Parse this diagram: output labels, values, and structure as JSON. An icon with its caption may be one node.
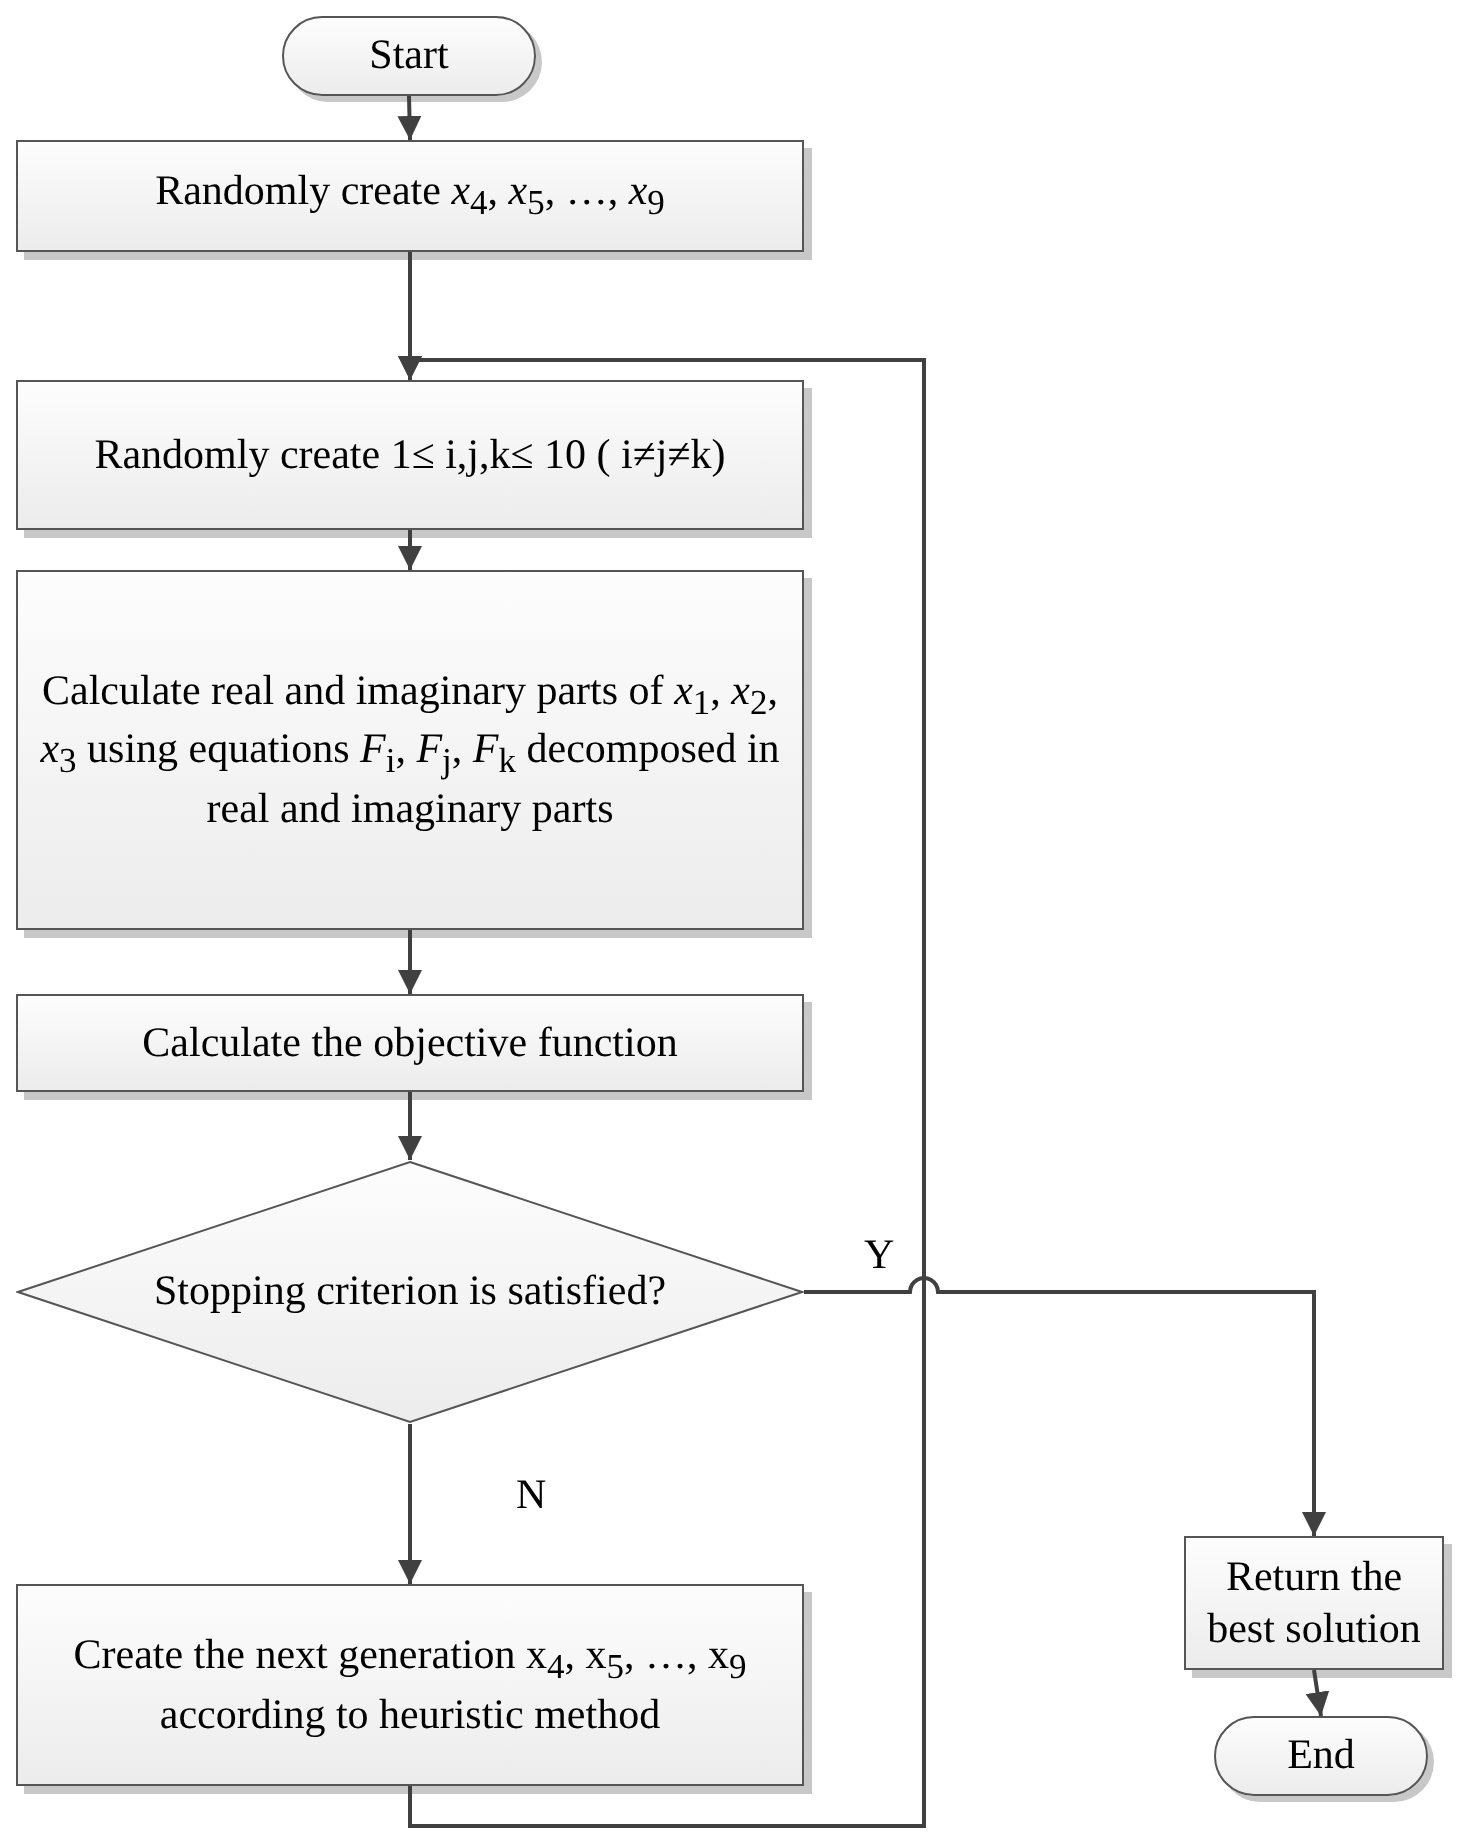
{
  "diagram": {
    "nodes": [
      {
        "text": [
          "Start"
        ]
      },
      {
        "text": [
          "Randomly create *x*$_{4}$, *x*$_{5}$, …, *x*$_{9}$"
        ]
      },
      {
        "text": [
          "Randomly create 1≤ i,j,k≤ 10 ( i≠j≠k)"
        ]
      },
      {
        "text": [
          "Calculate real and imaginary parts of *x*$_{1}$, *x*$_{2}$, *x*$_{3}$ using equations *F*$_{i}$, *F*$_{j}$, *F*$_{k}$ decomposed in real and imaginary parts"
        ]
      },
      {
        "text": [
          "Calculate the objective function"
        ]
      },
      {
        "text": [
          "Stopping criterion is satisfied?"
        ]
      },
      {
        "text": [
          "Create the next generation x$_{4}$, x$_{5}$, …, x$_{9}$ according to heuristic method"
        ]
      },
      {
        "text": [
          "Return the best solution"
        ]
      },
      {
        "text": [
          "End"
        ]
      }
    ],
    "edges": [
      {
        "from": 0,
        "to": 1,
        "arrow": "to"
      },
      {
        "from": 1,
        "to": 2,
        "arrow": "to"
      },
      {
        "from": 2,
        "to": 3,
        "arrow": "to"
      },
      {
        "from": 3,
        "to": 4,
        "arrow": "to"
      },
      {
        "from": 4,
        "to": 5,
        "arrow": "to"
      },
      {
        "from": 5,
        "to": 6,
        "label": "N",
        "arrow": "to"
      },
      {
        "from": 5,
        "to": 7,
        "label": "Y",
        "arrow": "to"
      },
      {
        "from": 6,
        "to": 2,
        "arrow": "to"
      },
      {
        "from": 7,
        "to": 8,
        "arrow": "to"
      }
    ]
  }
}
